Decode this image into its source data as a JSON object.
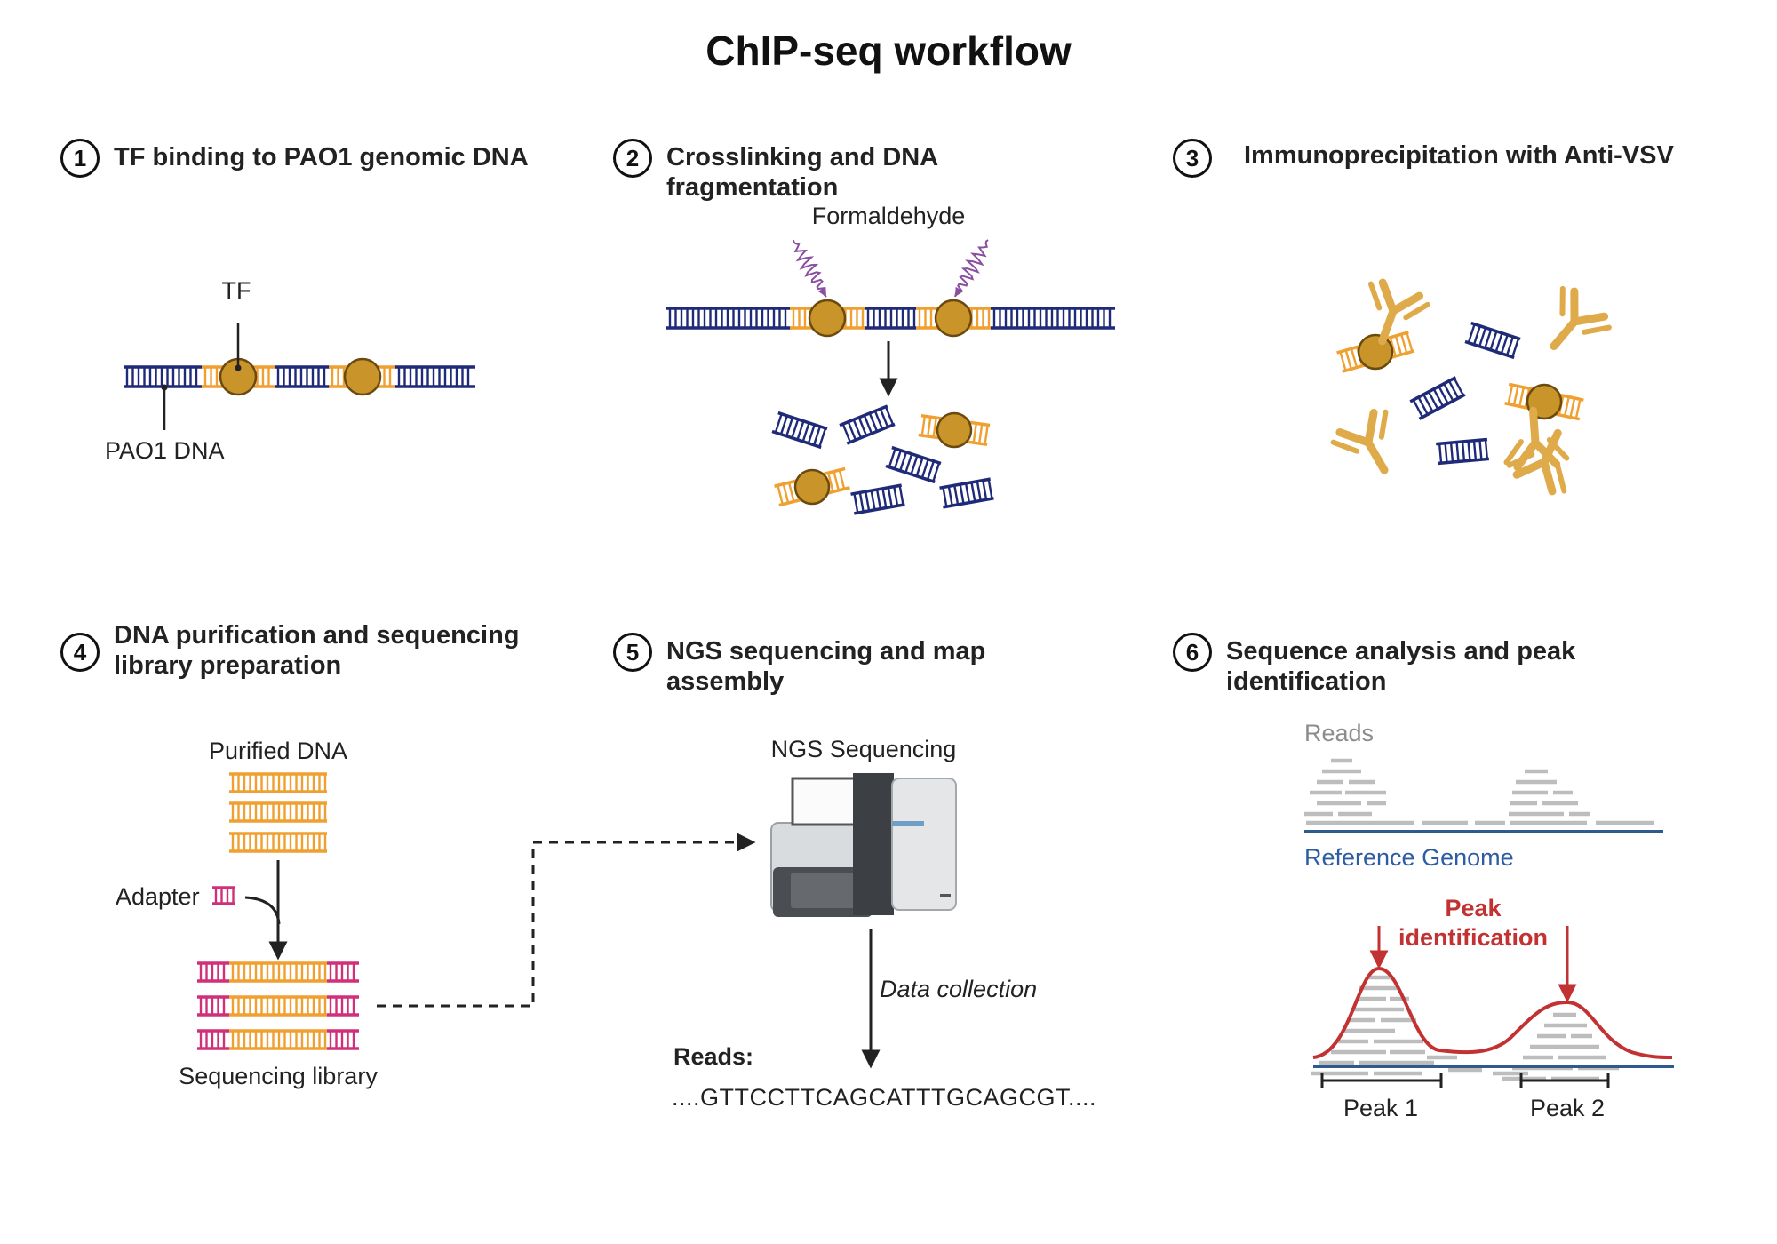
{
  "title": "ChIP-seq workflow",
  "steps": [
    {
      "number": "1",
      "title": "TF binding to PAO1 genomic DNA"
    },
    {
      "number": "2",
      "title": "Crosslinking and DNA fragmentation"
    },
    {
      "number": "3",
      "title": "Immunoprecipitation with Anti-VSV"
    },
    {
      "number": "4",
      "title": "DNA purification and sequencing library preparation"
    },
    {
      "number": "5",
      "title": "NGS sequencing and map assembly"
    },
    {
      "number": "6",
      "title": "Sequence analysis and peak identification"
    }
  ],
  "labels": {
    "tf": "TF",
    "pao1_dna": "PAO1 DNA",
    "formaldehyde": "Formaldehyde",
    "purified_dna": "Purified DNA",
    "adapter": "Adapter",
    "sequencing_library": "Sequencing library",
    "ngs_sequencing": "NGS Sequencing",
    "data_collection": "Data collection",
    "reads_heading": "Reads:",
    "reads_sequence": "....GTTCCTTCAGCATTTGCAGCGT....",
    "reads": "Reads",
    "reference_genome": "Reference Genome",
    "peak_identification": "Peak identification",
    "peak1": "Peak 1",
    "peak2": "Peak 2"
  },
  "colors": {
    "dna_blue": "#1f2a78",
    "dna_orange": "#f0a030",
    "tf_gold": "#c9952b",
    "antibody": "#dfab4a",
    "adapter_pink": "#d0307a",
    "formaldehyde_purple": "#8a4fa0",
    "peak_red": "#c33232",
    "genome_blue": "#2e5a8f",
    "read_grey": "#bdbdbd"
  }
}
